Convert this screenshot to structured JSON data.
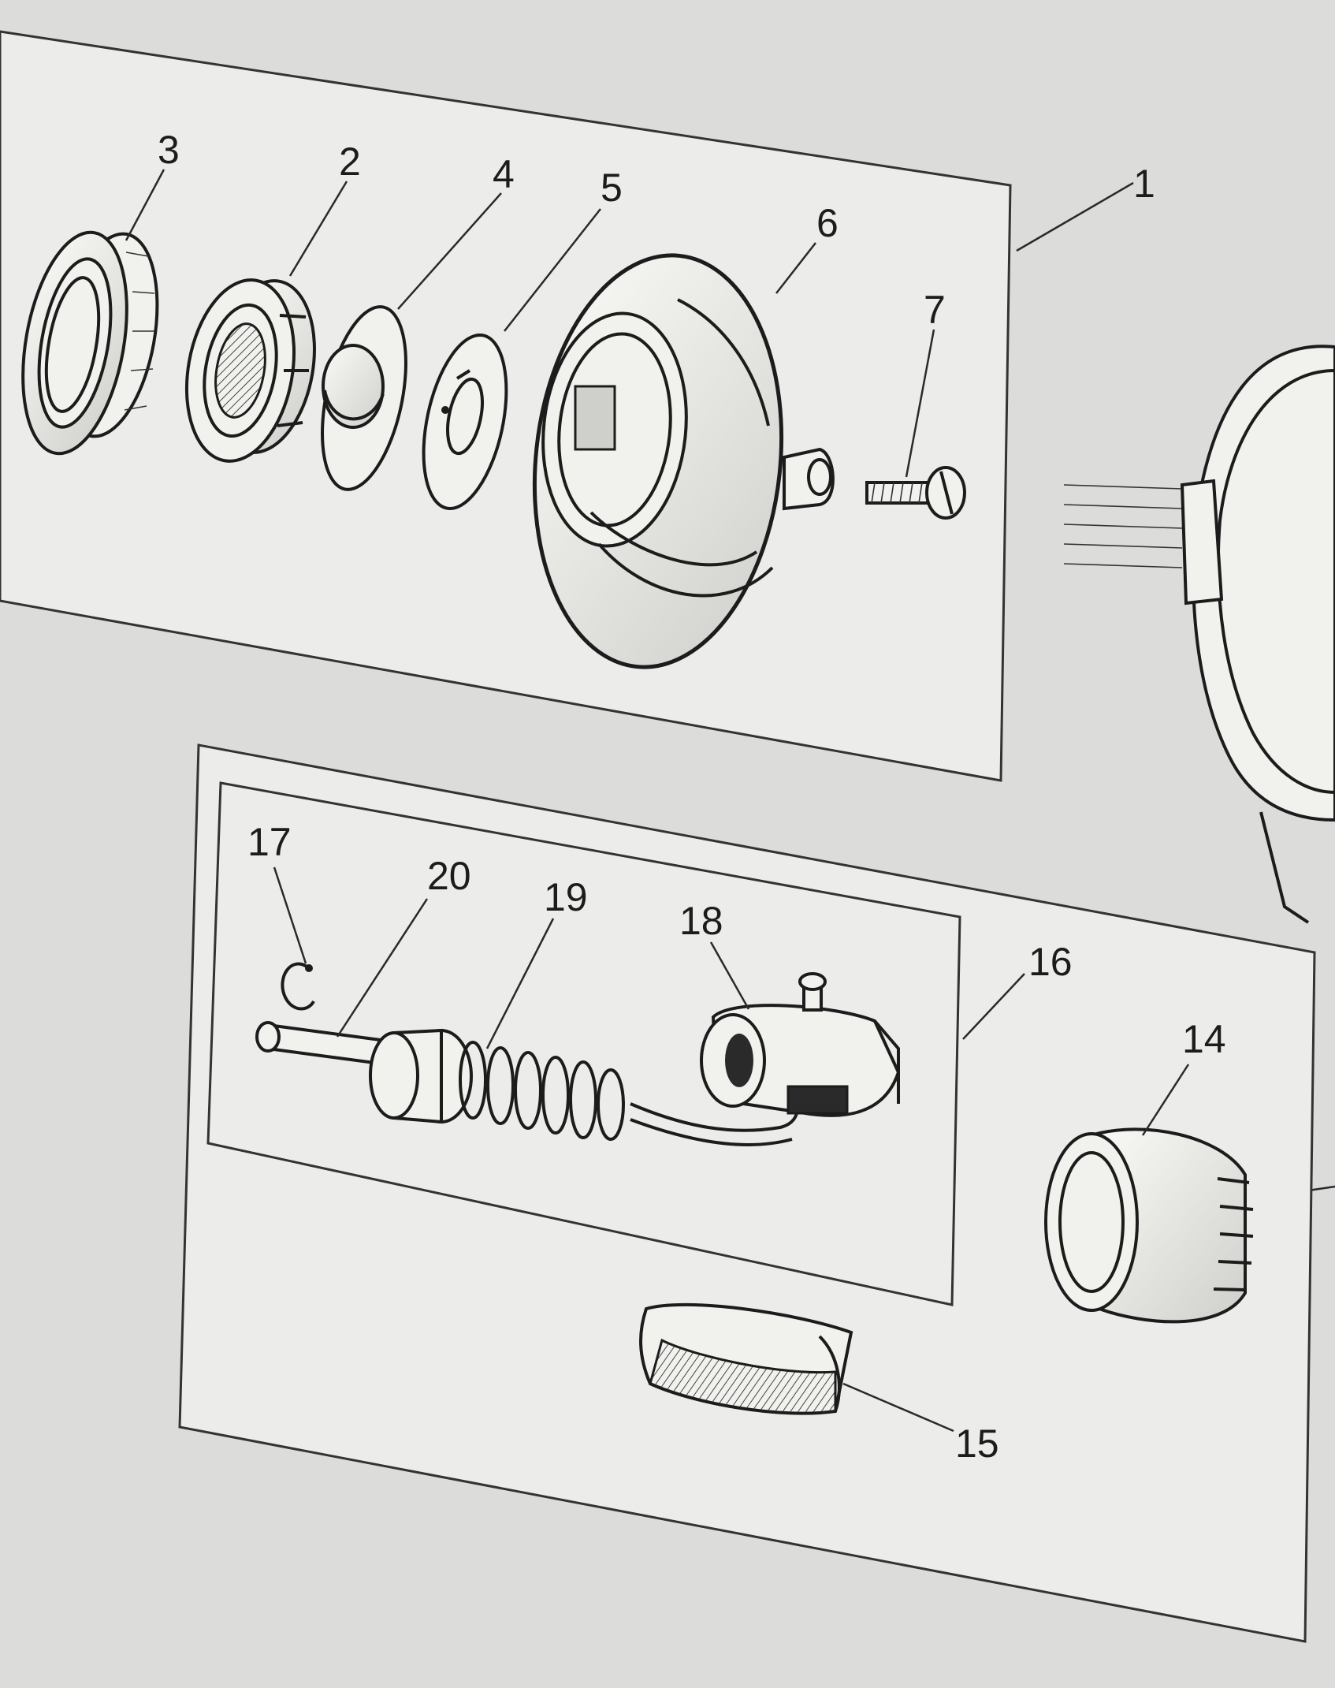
{
  "diagram": {
    "callouts": {
      "p1": "1",
      "p2": "2",
      "p3": "3",
      "p4": "4",
      "p5": "5",
      "p6": "6",
      "p7": "7",
      "p14": "14",
      "p15": "15",
      "p16": "16",
      "p17": "17",
      "p18": "18",
      "p19": "19",
      "p20": "20"
    }
  }
}
